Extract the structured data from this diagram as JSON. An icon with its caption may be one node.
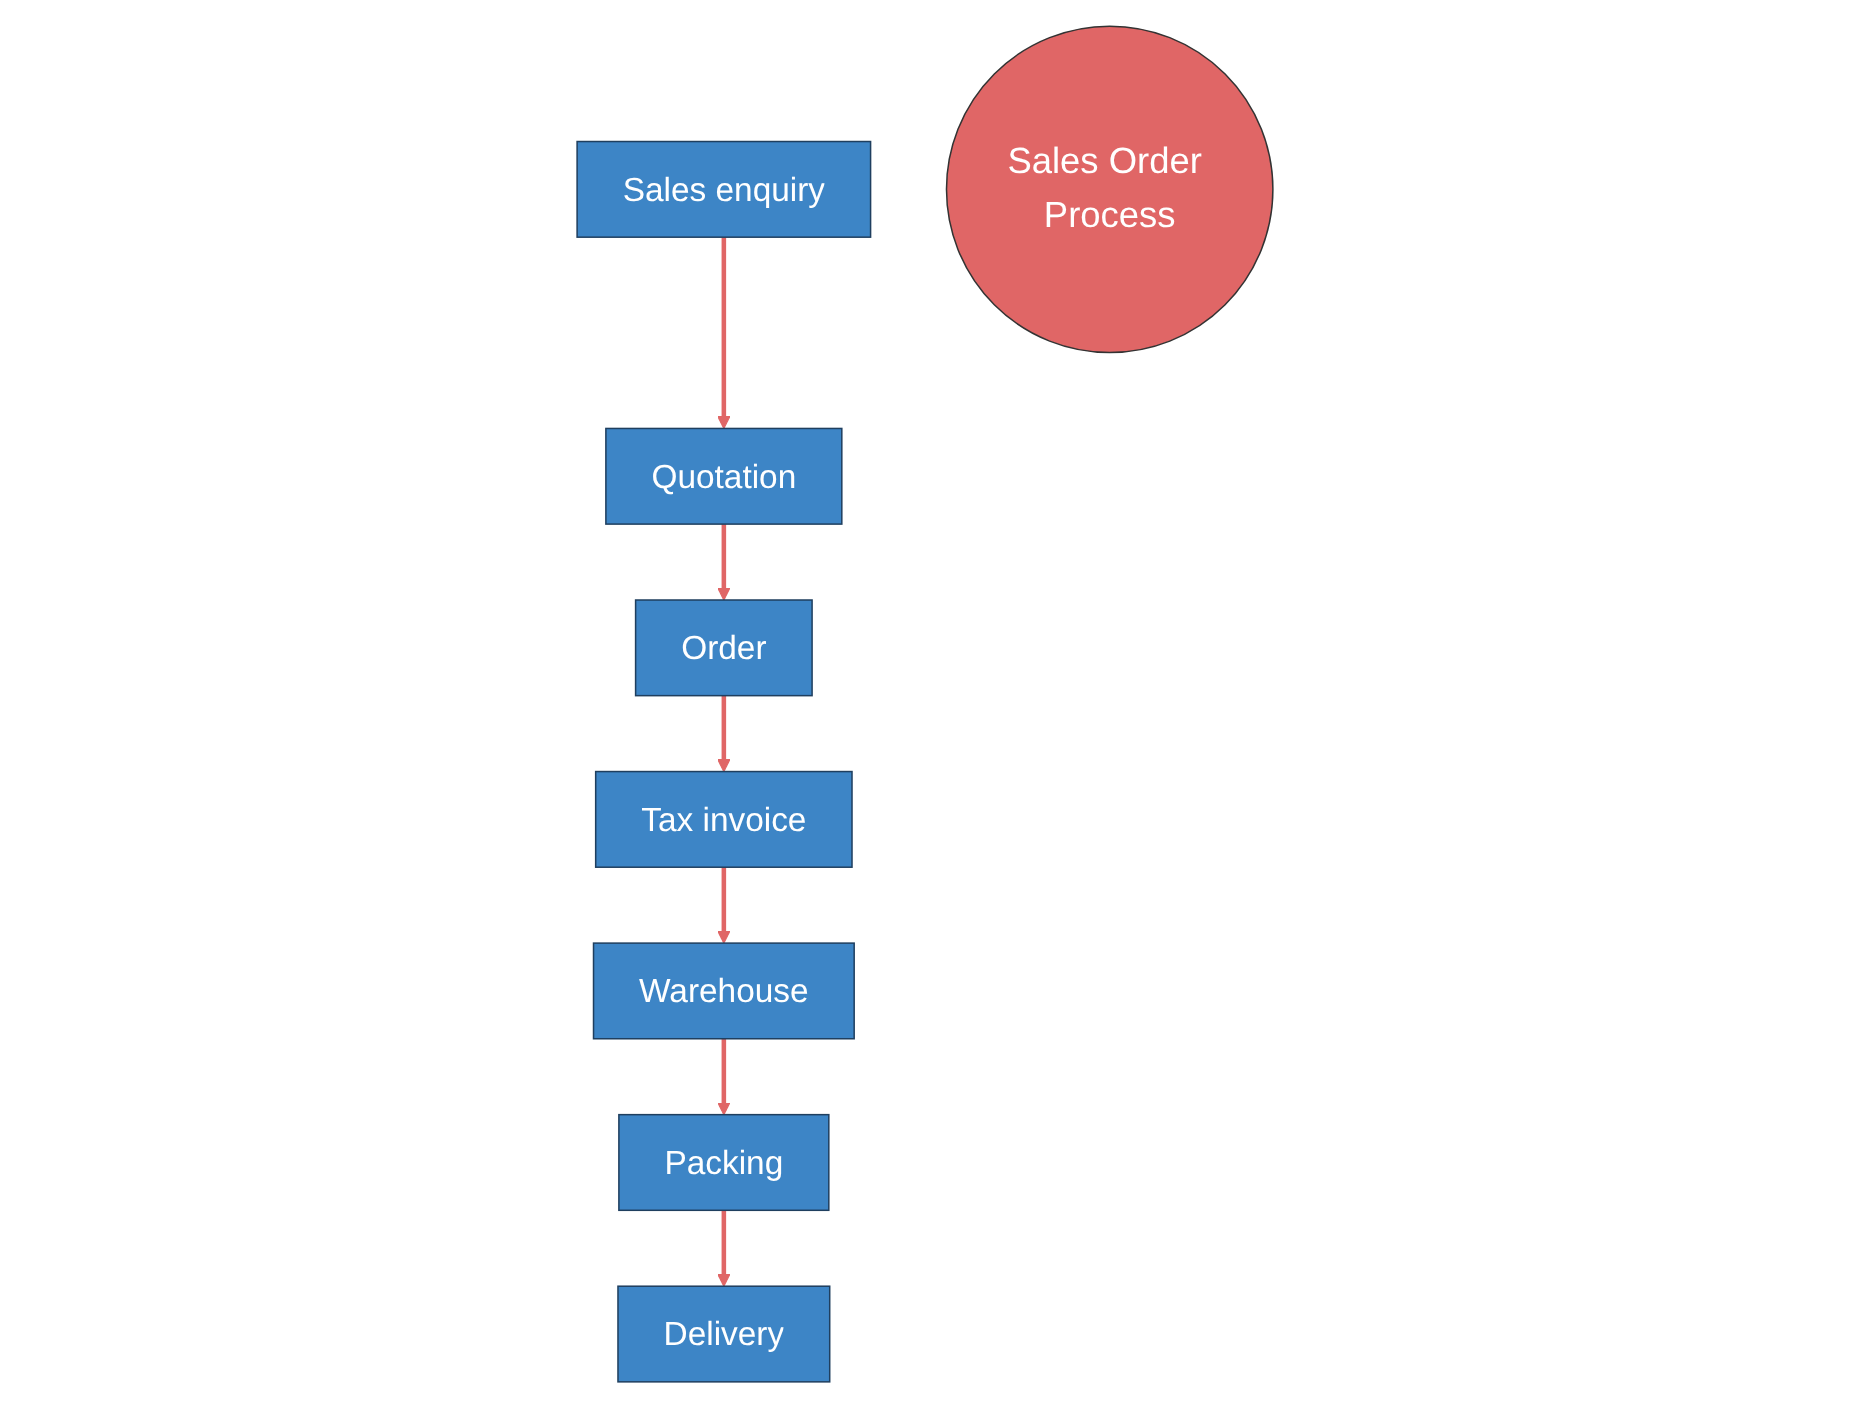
{
  "diagram": {
    "nodes": [
      {
        "text": [
          "Sales enquiry"
        ]
      },
      {
        "text": [
          "Quotation"
        ]
      },
      {
        "text": [
          "Order"
        ]
      },
      {
        "text": [
          "Tax invoice"
        ]
      },
      {
        "text": [
          "Warehouse"
        ]
      },
      {
        "text": [
          "Packing"
        ]
      },
      {
        "text": [
          "Delivery"
        ]
      },
      {
        "text": [
          "Sales Order Process"
        ]
      }
    ],
    "edges": [
      {
        "from": 0,
        "to": 1,
        "arrow": "to"
      },
      {
        "from": 1,
        "to": 2,
        "arrow": "to"
      },
      {
        "from": 2,
        "to": 3,
        "arrow": "to"
      },
      {
        "from": 3,
        "to": 4,
        "arrow": "to"
      },
      {
        "from": 4,
        "to": 5,
        "arrow": "to"
      },
      {
        "from": 5,
        "to": 6,
        "arrow": "to"
      }
    ]
  }
}
